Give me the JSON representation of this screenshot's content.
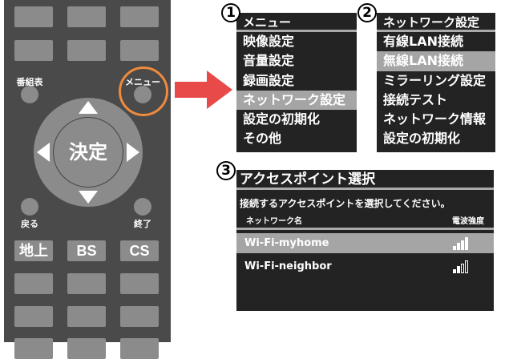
{
  "remote": {
    "guide_label": "番組表",
    "menu_label": "メニュー",
    "ok_label": "決定",
    "back_label": "戻る",
    "exit_label": "終了",
    "broadcast_keys": [
      "地上",
      "BS",
      "CS"
    ],
    "highlight_color": "#f08a3c"
  },
  "arrow_color": "#e84a4a",
  "step1": {
    "number": "1",
    "title": "メニュー",
    "items": [
      "映像設定",
      "音量設定",
      "録画設定",
      "ネットワーク設定",
      "設定の初期化",
      "その他"
    ],
    "selected_index": 3
  },
  "step2": {
    "number": "2",
    "title": "ネットワーク設定",
    "items": [
      "有線LAN接続",
      "無線LAN接続",
      "ミラーリング設定",
      "接続テスト",
      "ネットワーク情報",
      "設定の初期化"
    ],
    "selected_index": 1
  },
  "step3": {
    "number": "3",
    "title": "アクセスポイント選択",
    "instruction": "接続するアクセスポイントを選択してください。",
    "col_name": "ネットワーク名",
    "col_signal": "電波強度",
    "networks": [
      {
        "name": "Wi-Fi-myhome",
        "signal_bars": 4,
        "max_bars": 4,
        "selected": true
      },
      {
        "name": "Wi-Fi-neighbor",
        "signal_bars": 2,
        "max_bars": 4,
        "selected": false
      }
    ]
  }
}
